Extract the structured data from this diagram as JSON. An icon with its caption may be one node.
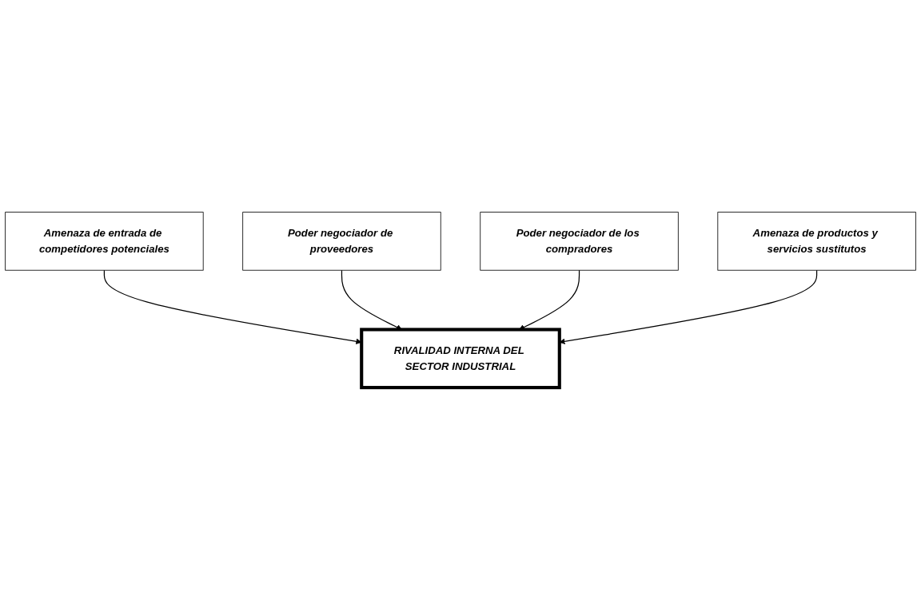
{
  "diagram": {
    "nodes": [
      {
        "text": [
          "Amenaza de entrada de competidores potenciales"
        ]
      },
      {
        "text": [
          "Poder negociador de proveedores"
        ]
      },
      {
        "text": [
          "RIVALIDAD INTERNA DEL SECTOR INDUSTRIAL"
        ]
      },
      {
        "text": [
          "Poder negociador de los compradores"
        ]
      },
      {
        "text": [
          "Amenaza de productos y servicios sustitutos"
        ]
      }
    ],
    "edges": [
      {
        "from": 0,
        "to": 2,
        "arrow": "to"
      },
      {
        "from": 1,
        "to": 2,
        "arrow": "to"
      },
      {
        "from": 3,
        "to": 2,
        "arrow": "to"
      },
      {
        "from": 4,
        "to": 2,
        "arrow": "to"
      }
    ]
  }
}
